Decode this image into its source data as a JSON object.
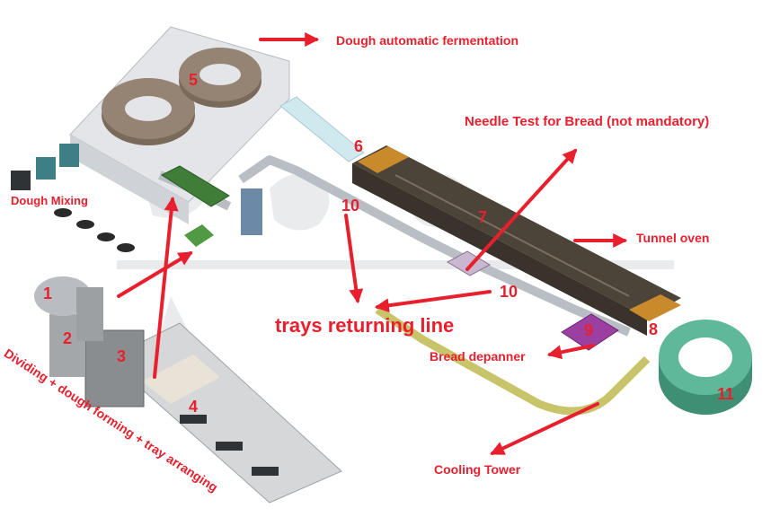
{
  "labels": {
    "dough_fermentation": "Dough automatic fermentation",
    "needle_test": "Needle Test for Bread (not mandatory)",
    "dough_mixing": "Dough Mixing",
    "tunnel_oven": "Tunnel oven",
    "trays_returning": "trays returning line",
    "bread_depanner": "Bread depanner",
    "cooling_tower": "Cooling Tower",
    "dividing_forming": "Dividing + dough forming + tray arranging"
  },
  "numbers": {
    "n1": "1",
    "n2": "2",
    "n3": "3",
    "n4": "4",
    "n5": "5",
    "n6": "6",
    "n7": "7",
    "n8": "8",
    "n9": "9",
    "n10a": "10",
    "n10b": "10",
    "n11": "11"
  },
  "colors": {
    "label_red": "#e8202e",
    "oven_body": "#5e5449",
    "oven_trim": "#c98a2c",
    "proofer_body": "#7a6a5a",
    "cooling_tower": "#4fa78a",
    "tray_line": "#c8c46a",
    "conveyor_gray": "#b9bec4",
    "depanner_purple": "#9b3fa0",
    "mixer_teal": "#3d7f83",
    "former_green": "#3f7d38",
    "watermark": "#cfd2d6"
  }
}
